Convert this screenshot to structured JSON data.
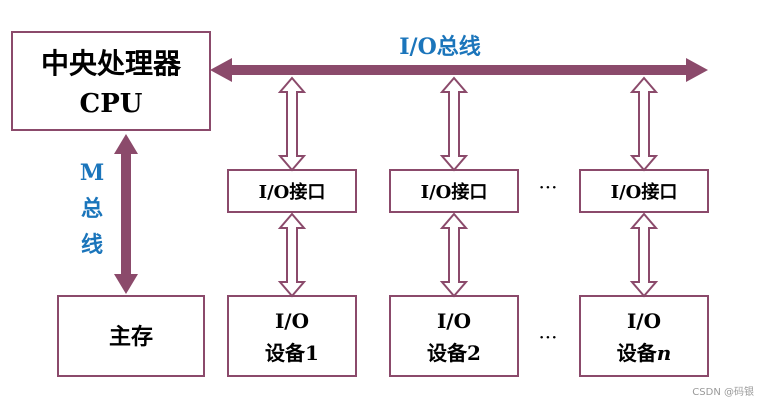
{
  "colors": {
    "box_border": "#8b4a6b",
    "bus_fill": "#8b4a6b",
    "label_blue": "#1b75bb",
    "text": "#000000"
  },
  "cpu": {
    "line1": "中央处理器",
    "line2": "CPU"
  },
  "io_bus": {
    "label": "I/O总线"
  },
  "m_bus": {
    "label": [
      "M",
      "总",
      "线"
    ]
  },
  "memory": {
    "label": "主存"
  },
  "interfaces": [
    {
      "label": "I/O接口"
    },
    {
      "label": "I/O接口"
    },
    {
      "label": "I/O接口"
    }
  ],
  "devices": [
    {
      "line1": "I/O",
      "line2_prefix": "设备",
      "line2_index": "1"
    },
    {
      "line1": "I/O",
      "line2_prefix": "设备",
      "line2_index": "2"
    },
    {
      "line1": "I/O",
      "line2_prefix": "设备",
      "line2_index": "n"
    }
  ],
  "ellipsis": "···",
  "watermark": "CSDN @码银"
}
